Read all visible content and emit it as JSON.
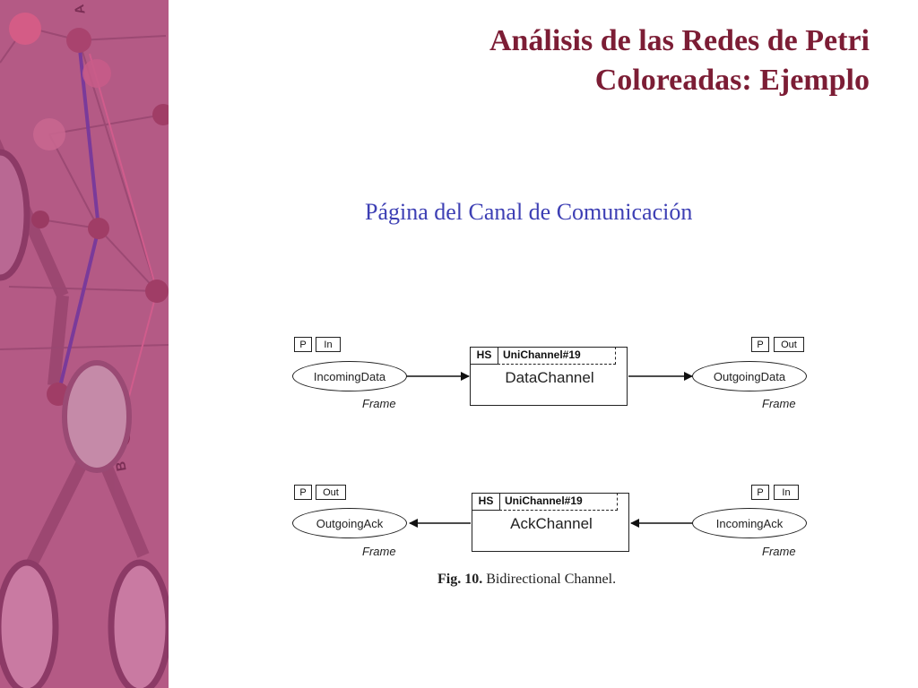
{
  "slide": {
    "title_line1": "Análisis de las Redes de Petri",
    "title_line2": "Coloreadas: Ejemplo",
    "subtitle": "Página del Canal de Comunicación",
    "colors": {
      "title": "#7c1d35",
      "subtitle": "#3d3fb4",
      "sidebar": "#b45a85"
    }
  },
  "sidebar": {
    "letter_a": "A",
    "letter_b": "B"
  },
  "diagram": {
    "data_row": {
      "input_place": {
        "port_p": "P",
        "port_dir": "In",
        "name": "IncomingData",
        "colorset": "Frame"
      },
      "transition": {
        "hs": "HS",
        "subpage": "UniChannel#19",
        "name": "DataChannel"
      },
      "output_place": {
        "port_p": "P",
        "port_dir": "Out",
        "name": "OutgoingData",
        "colorset": "Frame"
      }
    },
    "ack_row": {
      "output_place": {
        "port_p": "P",
        "port_dir": "Out",
        "name": "OutgoingAck",
        "colorset": "Frame"
      },
      "transition": {
        "hs": "HS",
        "subpage": "UniChannel#19",
        "name": "AckChannel"
      },
      "input_place": {
        "port_p": "P",
        "port_dir": "In",
        "name": "IncomingAck",
        "colorset": "Frame"
      }
    },
    "caption_label": "Fig. 10.",
    "caption_text": " Bidirectional Channel."
  }
}
